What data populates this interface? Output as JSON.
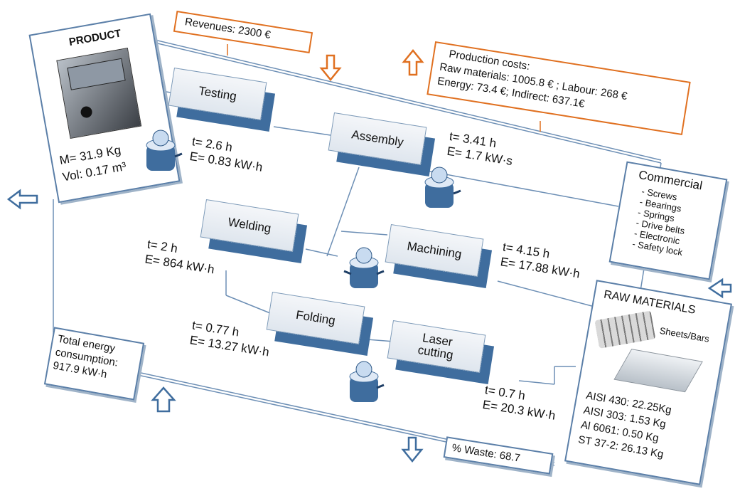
{
  "product": {
    "title": "PRODUCT",
    "mass": "M= 31.9 Kg",
    "volume": "Vol: 0.17 m³"
  },
  "revenues": "Revenues: 2300 €",
  "production_costs": {
    "line1": "Production costs:",
    "line2": "Raw materials: 1005.8 € ; Labour: 268 €",
    "line3": "Energy: 73.4 €; Indirect: 637.1€"
  },
  "processes": {
    "testing": {
      "name": "Testing",
      "t": "t= 2.6 h",
      "e": "E= 0.83 kW·h"
    },
    "assembly": {
      "name": "Assembly",
      "t": "t= 3.41 h",
      "e": "E= 1.7 kW·s"
    },
    "welding": {
      "name": "Welding",
      "t": "t= 2 h",
      "e": "E= 864 kW·h"
    },
    "machining": {
      "name": "Machining",
      "t": "t=  4.15 h",
      "e": "E= 17.88 kW·h"
    },
    "folding": {
      "name": "Folding",
      "t": "t= 0.77 h",
      "e": "E= 13.27 kW·h"
    },
    "laser": {
      "name1": "Laser",
      "name2": "cutting",
      "t": "t= 0.7 h",
      "e": "E= 20.3 kW·h"
    }
  },
  "commercial": {
    "title": "Commercial",
    "items": [
      "- Screws",
      "- Bearings",
      "- Springs",
      "- Drive belts",
      "- Electronic",
      "- Safety lock"
    ]
  },
  "raw_materials": {
    "title": "RAW MATERIALS",
    "sheets_label": "Sheets/Bars",
    "items": [
      "AISI 430: 22.25Kg",
      "AISI 303: 1.53 Kg",
      "Al 6061: 0.50 Kg",
      "ST 37-2: 26.13 Kg"
    ]
  },
  "total_energy": {
    "line1": "Total energy",
    "line2": "consumption:",
    "line3": "917.9 kW·h"
  },
  "waste": "% Waste: 68.7",
  "colors": {
    "frame": "#5b7fa8",
    "orange": "#e07020",
    "box_side": "#3f6d9e"
  }
}
